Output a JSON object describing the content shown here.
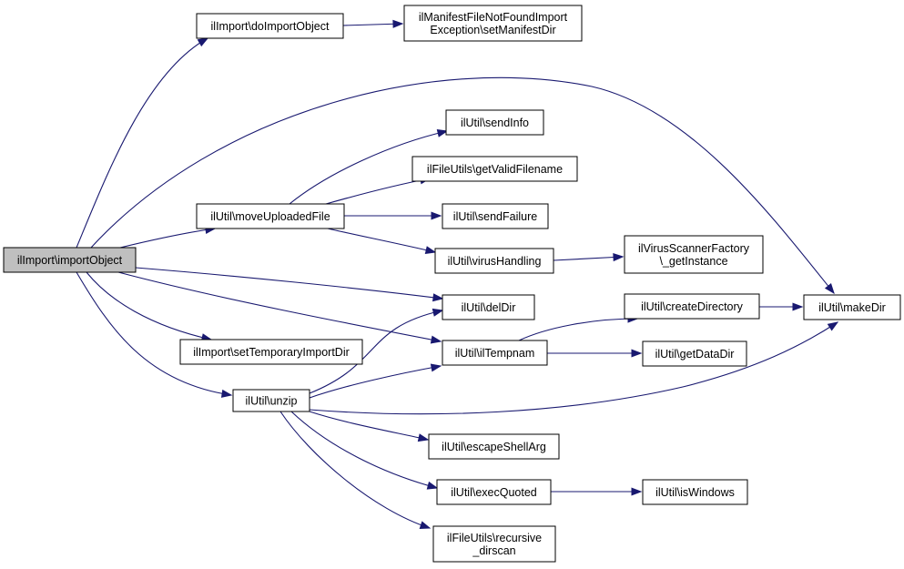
{
  "graph": {
    "nodes": [
      {
        "id": "importObject",
        "lines": [
          "ilImport\\importObject"
        ],
        "focus": true
      },
      {
        "id": "doImportObject",
        "lines": [
          "ilImport\\doImportObject"
        ]
      },
      {
        "id": "setManifestDir",
        "lines": [
          "ilManifestFileNotFoundImport",
          "Exception\\setManifestDir"
        ]
      },
      {
        "id": "moveUploadedFile",
        "lines": [
          "ilUtil\\moveUploadedFile"
        ]
      },
      {
        "id": "sendInfo",
        "lines": [
          "ilUtil\\sendInfo"
        ]
      },
      {
        "id": "getValidFilename",
        "lines": [
          "ilFileUtils\\getValidFilename"
        ]
      },
      {
        "id": "sendFailure",
        "lines": [
          "ilUtil\\sendFailure"
        ]
      },
      {
        "id": "virusHandling",
        "lines": [
          "ilUtil\\virusHandling"
        ]
      },
      {
        "id": "getInstance",
        "lines": [
          "ilVirusScannerFactory",
          "\\_getInstance"
        ]
      },
      {
        "id": "delDir",
        "lines": [
          "ilUtil\\delDir"
        ]
      },
      {
        "id": "ilTempnam",
        "lines": [
          "ilUtil\\ilTempnam"
        ]
      },
      {
        "id": "createDirectory",
        "lines": [
          "ilUtil\\createDirectory"
        ]
      },
      {
        "id": "makeDir",
        "lines": [
          "ilUtil\\makeDir"
        ]
      },
      {
        "id": "getDataDir",
        "lines": [
          "ilUtil\\getDataDir"
        ]
      },
      {
        "id": "setTemporaryImportDir",
        "lines": [
          "ilImport\\setTemporaryImportDir"
        ]
      },
      {
        "id": "unzip",
        "lines": [
          "ilUtil\\unzip"
        ]
      },
      {
        "id": "escapeShellArg",
        "lines": [
          "ilUtil\\escapeShellArg"
        ]
      },
      {
        "id": "execQuoted",
        "lines": [
          "ilUtil\\execQuoted"
        ]
      },
      {
        "id": "isWindows",
        "lines": [
          "ilUtil\\isWindows"
        ]
      },
      {
        "id": "recursiveDirscan",
        "lines": [
          "ilFileUtils\\recursive",
          "_dirscan"
        ]
      }
    ],
    "edges": [
      [
        "importObject",
        "doImportObject"
      ],
      [
        "doImportObject",
        "setManifestDir"
      ],
      [
        "importObject",
        "makeDir"
      ],
      [
        "importObject",
        "moveUploadedFile"
      ],
      [
        "moveUploadedFile",
        "sendInfo"
      ],
      [
        "moveUploadedFile",
        "getValidFilename"
      ],
      [
        "moveUploadedFile",
        "sendFailure"
      ],
      [
        "moveUploadedFile",
        "virusHandling"
      ],
      [
        "virusHandling",
        "getInstance"
      ],
      [
        "importObject",
        "delDir"
      ],
      [
        "importObject",
        "ilTempnam"
      ],
      [
        "importObject",
        "setTemporaryImportDir"
      ],
      [
        "importObject",
        "unzip"
      ],
      [
        "unzip",
        "delDir"
      ],
      [
        "unzip",
        "ilTempnam"
      ],
      [
        "unzip",
        "makeDir"
      ],
      [
        "unzip",
        "escapeShellArg"
      ],
      [
        "unzip",
        "execQuoted"
      ],
      [
        "unzip",
        "recursiveDirscan"
      ],
      [
        "ilTempnam",
        "createDirectory"
      ],
      [
        "ilTempnam",
        "getDataDir"
      ],
      [
        "createDirectory",
        "makeDir"
      ],
      [
        "execQuoted",
        "isWindows"
      ]
    ]
  }
}
